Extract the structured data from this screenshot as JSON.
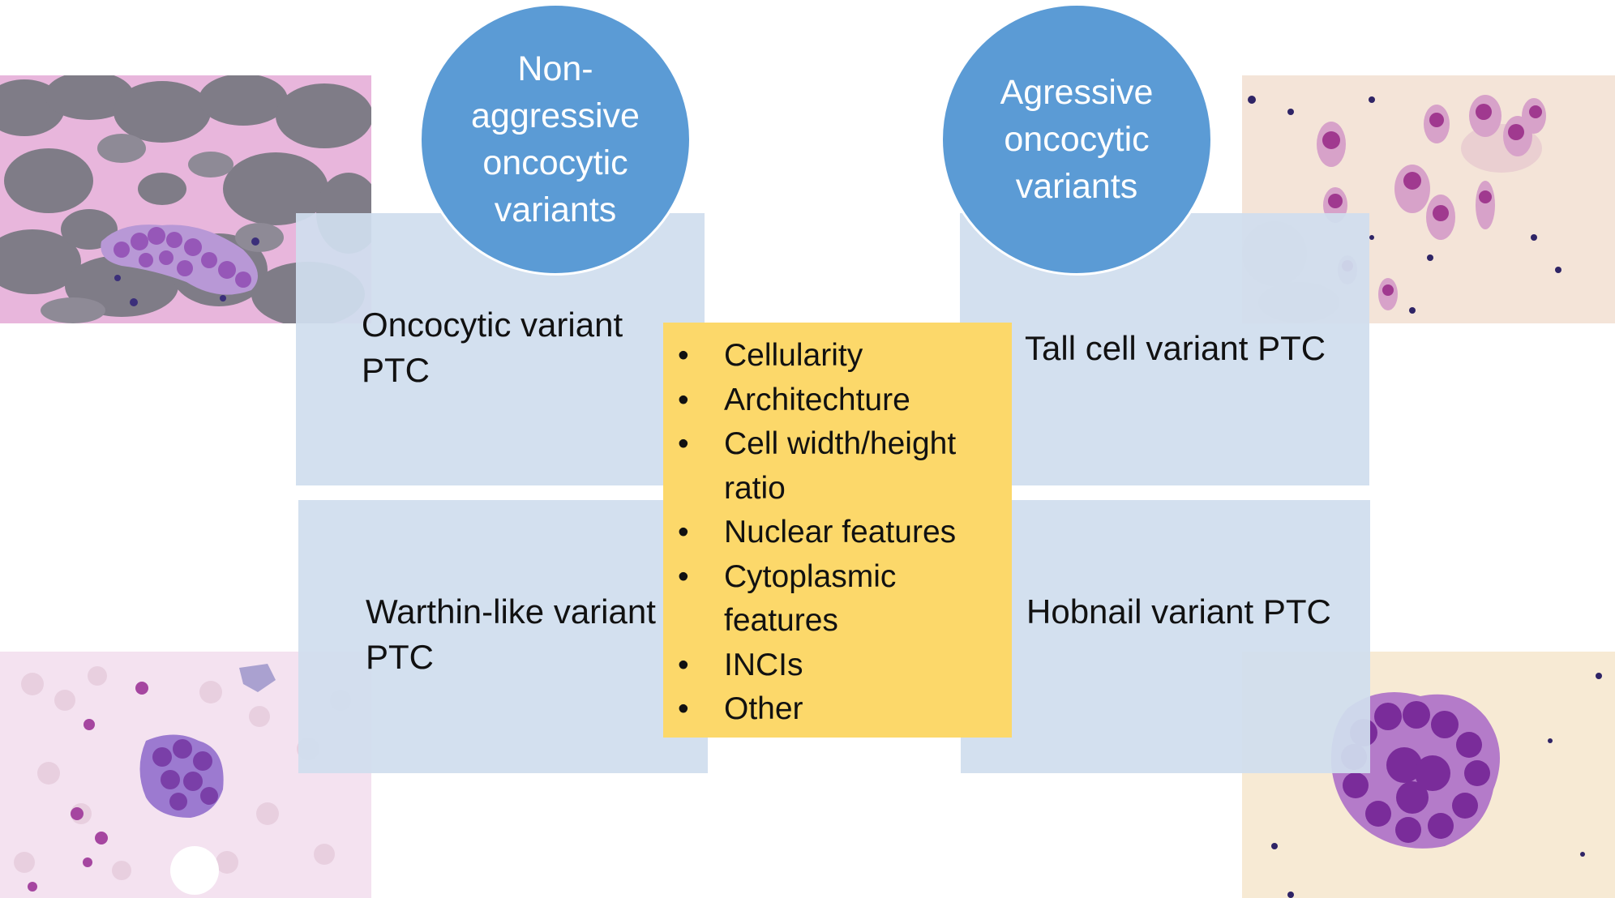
{
  "circles": {
    "non_aggressive": "Non-aggressive oncocytic variants",
    "aggressive": "Agressive oncocytic variants"
  },
  "panels": {
    "oncocytic": "Oncocytic variant PTC",
    "warthin": "Warthin-like variant PTC",
    "tall_cell": "Tall cell variant PTC",
    "hobnail": "Hobnail variant PTC"
  },
  "features": [
    "Cellularity",
    "Architechture",
    "Cell width/height ratio",
    "Nuclear features",
    "Cytoplasmic features",
    "INCIs",
    "Other"
  ],
  "colors": {
    "circle_fill": "#5b9bd5",
    "panel_fill": "#d0deee",
    "features_fill": "#fcd86a"
  }
}
